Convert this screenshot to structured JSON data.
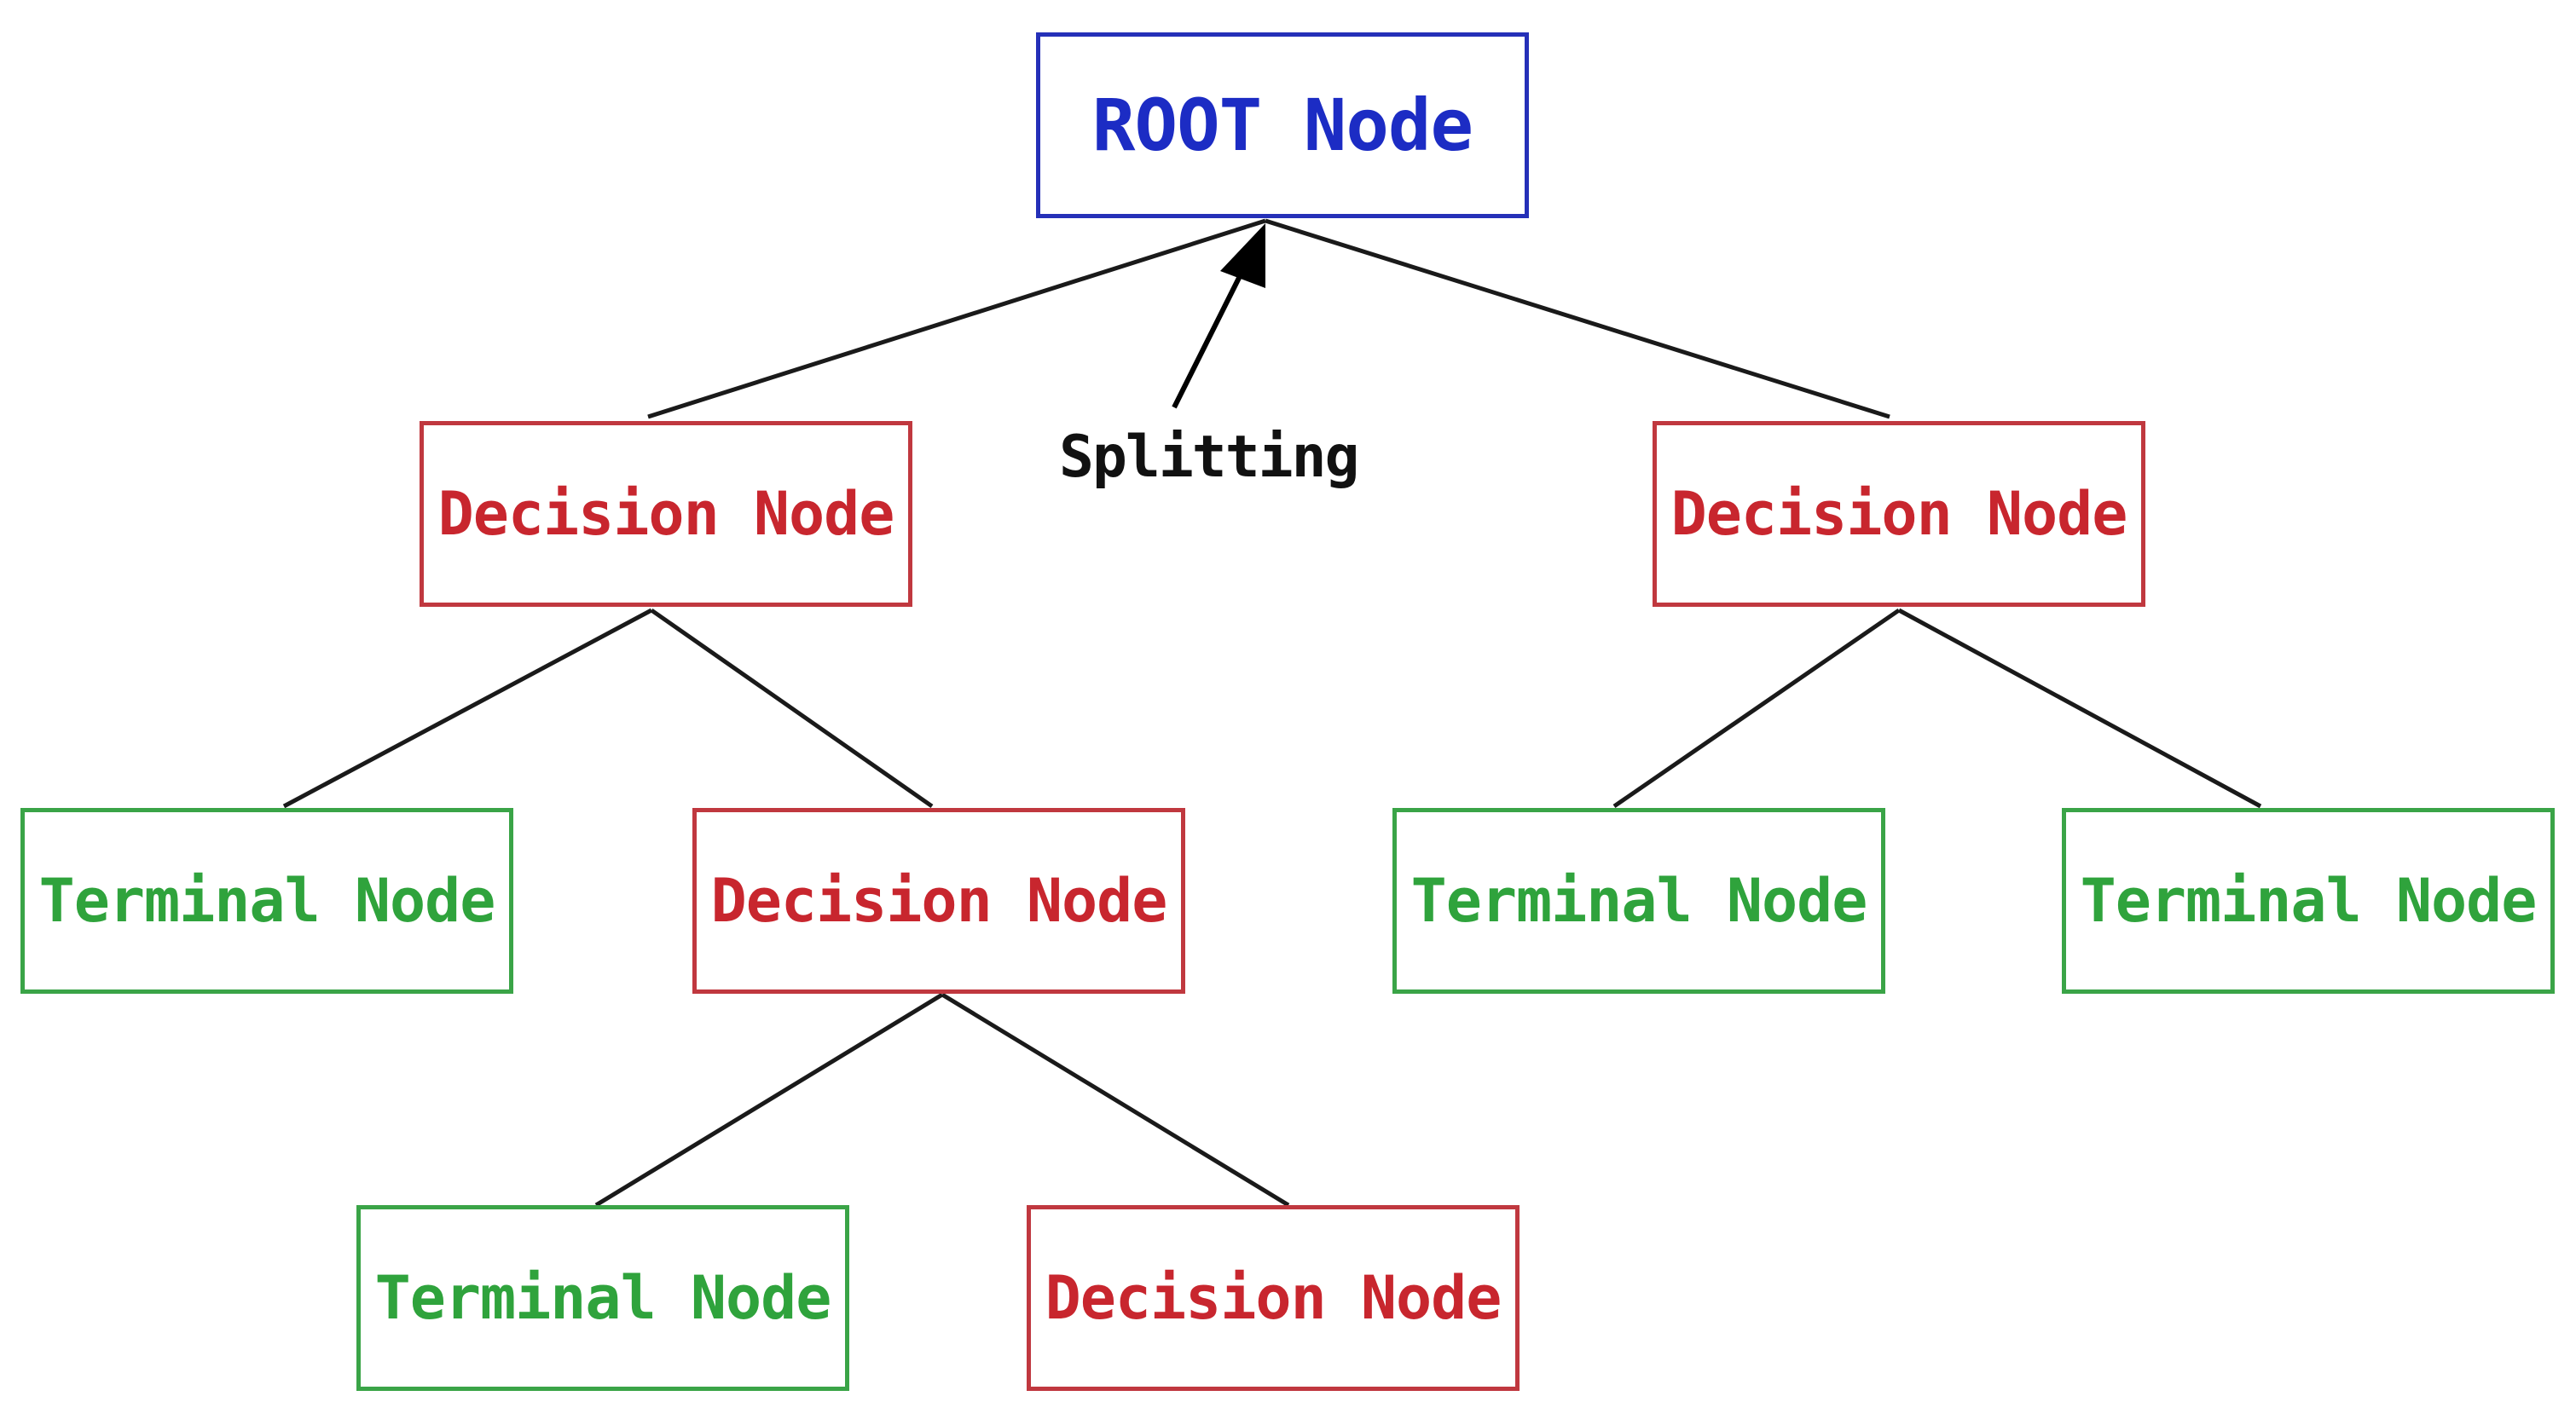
{
  "nodes": {
    "root": "ROOT Node",
    "decision_left": "Decision Node",
    "decision_right": "Decision Node",
    "terminal_left_left": "Terminal Node",
    "decision_left_right": "Decision Node",
    "terminal_right_left": "Terminal Node",
    "terminal_right_right": "Terminal Node",
    "terminal_bottom_left": "Terminal Node",
    "decision_bottom_right": "Decision Node"
  },
  "annotation": {
    "label": "Splitting"
  },
  "colors": {
    "root": "#1c2cc4",
    "decision": "#c8262e",
    "terminal": "#2fa33c",
    "edge": "#1a1a1a"
  }
}
